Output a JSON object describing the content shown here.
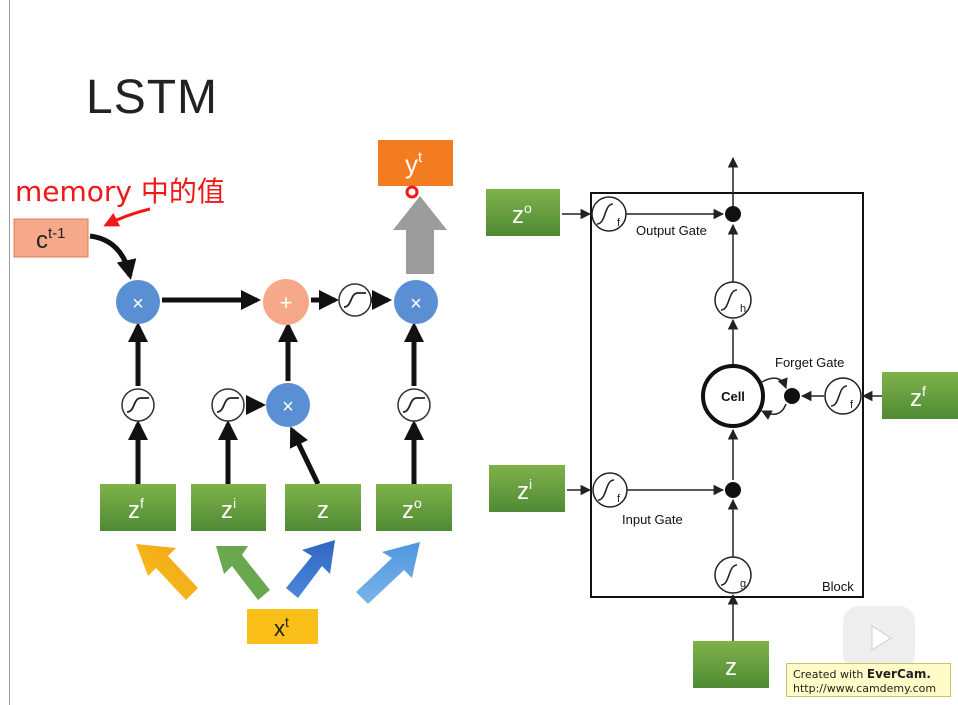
{
  "slide": {
    "title": "LSTM",
    "memory_label": "memory 中的值"
  },
  "left_diagram": {
    "c_prev": {
      "base": "c",
      "sup": "t-1"
    },
    "output": {
      "base": "y",
      "sup": "t"
    },
    "input": {
      "base": "x",
      "sup": "t"
    },
    "multiply_symbol": "×",
    "add_symbol": "+",
    "gates": [
      {
        "base": "z",
        "sup": "f"
      },
      {
        "base": "z",
        "sup": "i"
      },
      {
        "base": "z",
        "sup": ""
      },
      {
        "base": "z",
        "sup": "o"
      }
    ]
  },
  "right_diagram": {
    "block_label": "Block",
    "cell_label": "Cell",
    "output_gate_label": "Output Gate",
    "input_gate_label": "Input Gate",
    "forget_gate_label": "Forget Gate",
    "sigma_sub_f": "f",
    "sigma_sub_h": "h",
    "sigma_sub_g": "g",
    "z_o": {
      "base": "z",
      "sup": "o"
    },
    "z_i": {
      "base": "z",
      "sup": "i"
    },
    "z_f": {
      "base": "z",
      "sup": "f"
    },
    "z": {
      "base": "z",
      "sup": ""
    }
  },
  "watermark": {
    "line1_prefix": "Created with ",
    "line1_brand": "EverCam.",
    "line2": "http://www.camdemy.com"
  },
  "colors": {
    "green_box": "#5a9a3a",
    "blue_node": "#5b8fd4",
    "orange_box": "#f47c20",
    "salmon_box": "#f6a98a",
    "yellow_box": "#fbbf1a",
    "red_text": "#f01818"
  }
}
